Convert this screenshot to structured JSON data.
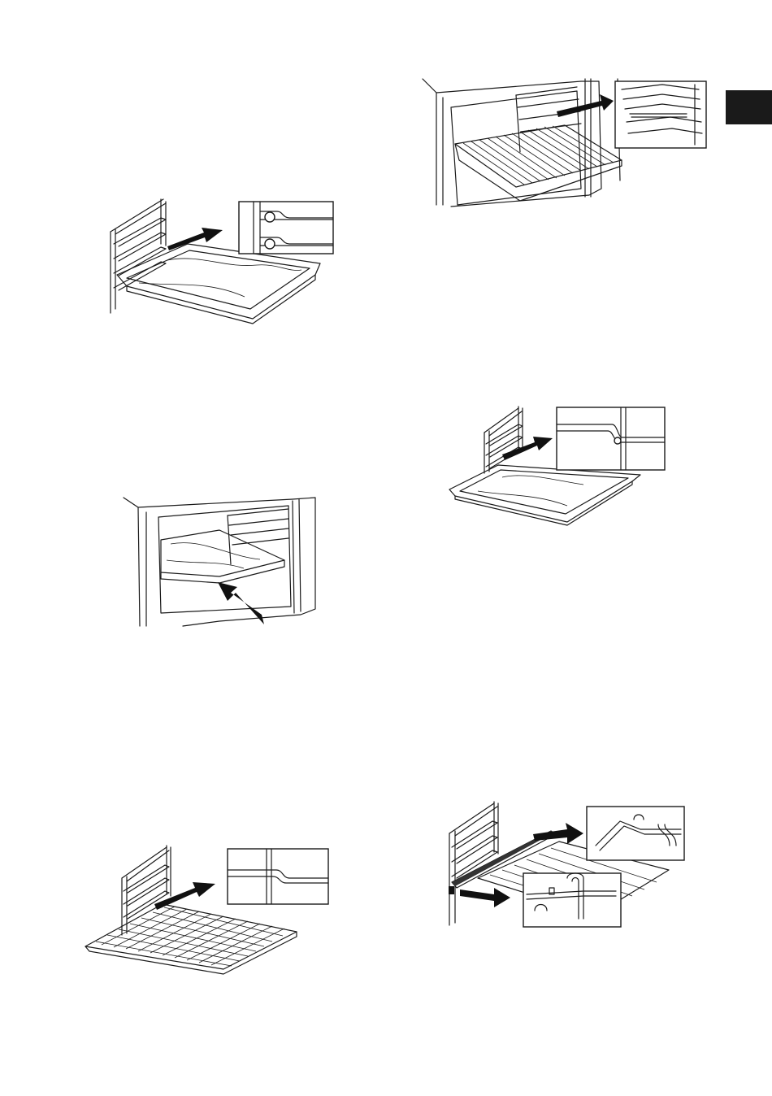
{
  "page": {
    "background": "#ffffff",
    "ink_color": "#1a1a1a",
    "side_tab_color": "#1a1a1a"
  },
  "figures": [
    {
      "id": "fig-tray-insert-side",
      "icon": "baking-tray-on-shelf-guide-illustration"
    },
    {
      "id": "fig-rack-remove-oven",
      "icon": "wire-rack-pulled-from-oven-illustration"
    },
    {
      "id": "fig-tray-into-oven",
      "icon": "baking-tray-pushed-into-oven-illustration"
    },
    {
      "id": "fig-tray-guide-stop",
      "icon": "baking-tray-guide-stop-illustration"
    },
    {
      "id": "fig-rack-on-guide",
      "icon": "wire-rack-on-shelf-guide-illustration"
    },
    {
      "id": "fig-rack-telescopic",
      "icon": "wire-rack-telescopic-runner-illustration"
    }
  ]
}
